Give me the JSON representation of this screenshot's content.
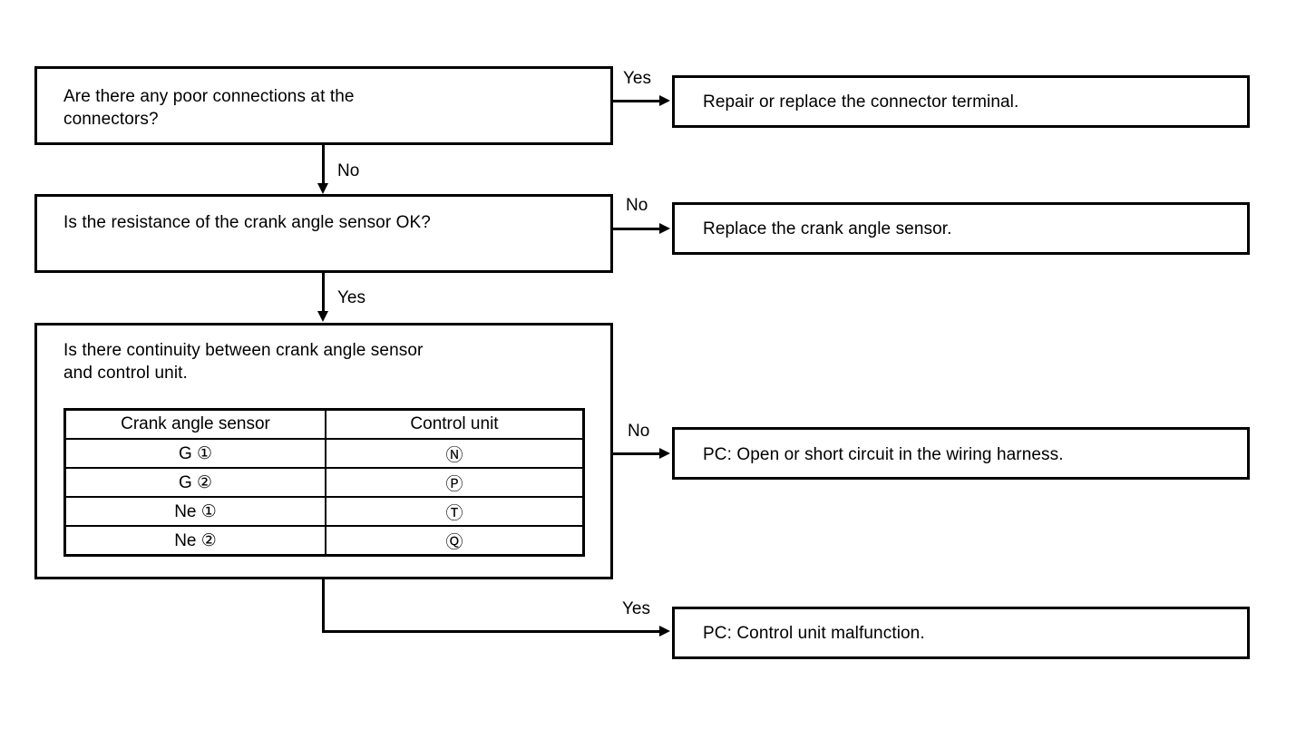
{
  "diagram": {
    "type": "troubleshooting-flowchart",
    "decisions": [
      {
        "id": "d1",
        "text": "Are there any poor connections at the\nconnectors?",
        "yes_label": "Yes",
        "no_label": "No"
      },
      {
        "id": "d2",
        "text": "Is the resistance of the crank angle sensor OK?",
        "yes_label": "Yes",
        "no_label": "No"
      },
      {
        "id": "d3",
        "text": "Is there continuity between crank angle sensor\nand control unit.",
        "yes_label": "Yes",
        "no_label": "No"
      }
    ],
    "outcomes": [
      {
        "id": "o1",
        "text": "Repair or replace the connector terminal."
      },
      {
        "id": "o2",
        "text": "Replace the crank angle sensor."
      },
      {
        "id": "o3",
        "text": "PC: Open or short circuit in the wiring harness."
      },
      {
        "id": "o4",
        "text": "PC: Control unit malfunction."
      }
    ],
    "continuity_table": {
      "headers": [
        "Crank angle sensor",
        "Control unit"
      ],
      "rows": [
        {
          "sensor": "G ①",
          "unit": "Ⓝ"
        },
        {
          "sensor": "G ②",
          "unit": "Ⓟ"
        },
        {
          "sensor": "Ne ①",
          "unit": "Ⓣ"
        },
        {
          "sensor": "Ne ②",
          "unit": "Ⓠ"
        }
      ]
    },
    "edge_labels": {
      "d1_yes": "Yes",
      "d1_no": "No",
      "d2_no": "No",
      "d2_yes": "Yes",
      "d3_no": "No",
      "d3_yes": "Yes"
    },
    "colors": {
      "line": "#000000",
      "background": "#ffffff",
      "text": "#000000"
    }
  }
}
